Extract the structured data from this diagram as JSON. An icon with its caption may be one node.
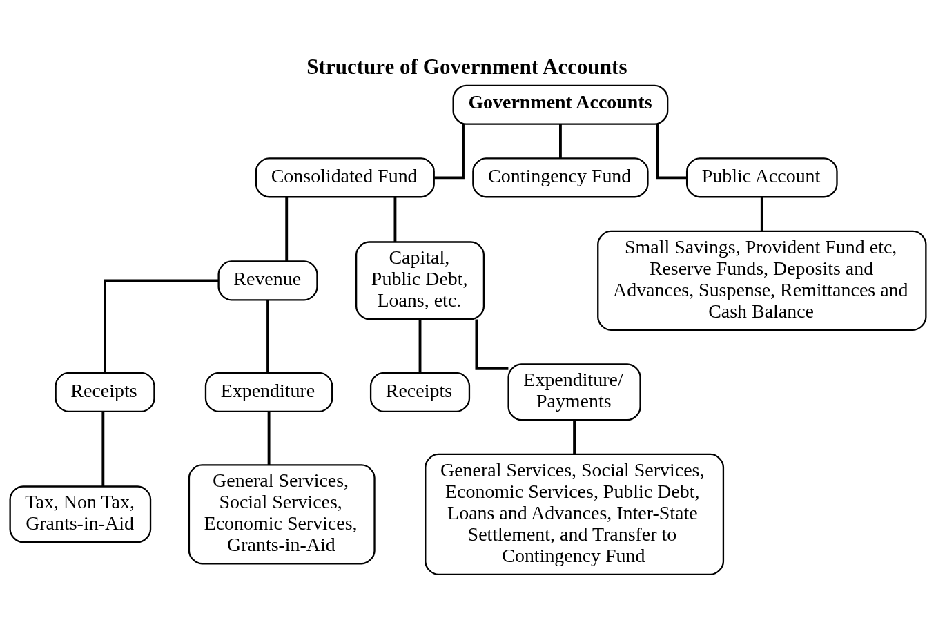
{
  "diagram": {
    "title": "Structure of Government Accounts",
    "nodes": [
      {
        "text": [
          "Government Accounts"
        ]
      },
      {
        "text": [
          "Consolidated Fund"
        ]
      },
      {
        "text": [
          "Contingency Fund"
        ]
      },
      {
        "text": [
          "Public Account"
        ]
      },
      {
        "text": [
          "Revenue"
        ]
      },
      {
        "text": [
          "Capital, Public Debt, Loans, etc."
        ]
      },
      {
        "text": [
          "Small Savings, Provident Fund etc, Reserve Funds, Deposits and Advances, Suspense, Remittances and Cash Balance"
        ]
      },
      {
        "text": [
          "Receipts"
        ]
      },
      {
        "text": [
          "Expenditure"
        ]
      },
      {
        "text": [
          "Tax, Non Tax, Grants-in-Aid"
        ]
      },
      {
        "text": [
          "General Services, Social Services, Economic Services, Grants-in-Aid"
        ]
      },
      {
        "text": [
          "Receipts"
        ]
      },
      {
        "text": [
          "Expenditure/ Payments"
        ]
      },
      {
        "text": [
          "General Services, Social Services, Economic Services, Public Debt, Loans and Advances, Inter-State Settlement, and Transfer to Contingency Fund"
        ]
      }
    ],
    "edges": [
      {
        "from": 0,
        "to": 1,
        "arrow": "none"
      },
      {
        "from": 0,
        "to": 2,
        "arrow": "none"
      },
      {
        "from": 0,
        "to": 3,
        "arrow": "none"
      },
      {
        "from": 1,
        "to": 4,
        "arrow": "none"
      },
      {
        "from": 1,
        "to": 5,
        "arrow": "none"
      },
      {
        "from": 3,
        "to": 6,
        "arrow": "none"
      },
      {
        "from": 4,
        "to": 7,
        "arrow": "none"
      },
      {
        "from": 4,
        "to": 8,
        "arrow": "none"
      },
      {
        "from": 7,
        "to": 9,
        "arrow": "none"
      },
      {
        "from": 8,
        "to": 10,
        "arrow": "none"
      },
      {
        "from": 5,
        "to": 11,
        "arrow": "none"
      },
      {
        "from": 5,
        "to": 12,
        "arrow": "none"
      },
      {
        "from": 12,
        "to": 13,
        "arrow": "none"
      }
    ]
  }
}
